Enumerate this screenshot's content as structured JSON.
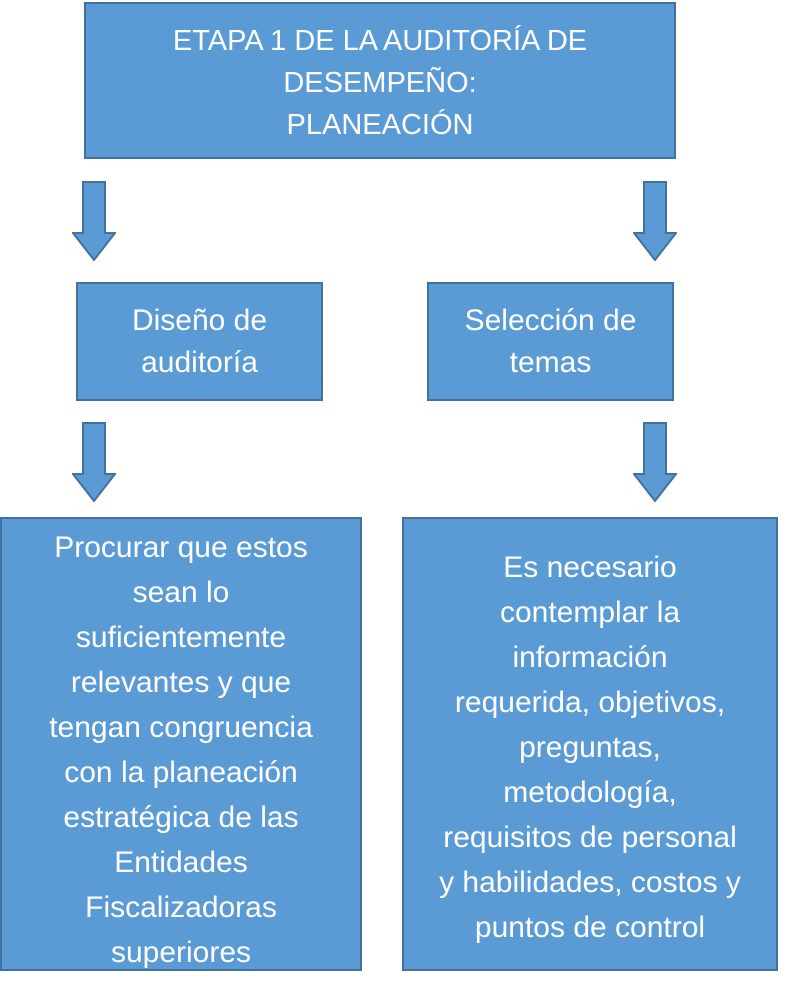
{
  "colors": {
    "box_fill": "#5b9bd5",
    "box_border": "#41719c",
    "text": "#ffffff"
  },
  "title": {
    "lines": [
      "ETAPA 1 DE LA AUDITORÍA DE",
      "DESEMPEÑO:",
      "PLANEACIÓN"
    ]
  },
  "left_branch": {
    "heading_lines": [
      "Diseño de",
      "auditoría"
    ],
    "detail_lines": [
      "Procurar que estos",
      "sean lo",
      "suficientemente",
      "relevantes y que",
      "tengan congruencia",
      "con la planeación",
      "estratégica de las",
      "Entidades",
      "Fiscalizadoras",
      "superiores"
    ]
  },
  "right_branch": {
    "heading_lines": [
      "Selección de",
      "temas"
    ],
    "detail_lines": [
      "Es necesario",
      "contemplar la",
      "información",
      "requerida, objetivos,",
      "preguntas,",
      "metodología,",
      "requisitos de personal",
      "y habilidades, costos y",
      "puntos de control"
    ]
  },
  "icons": {
    "connector": "down-arrow-icon"
  }
}
